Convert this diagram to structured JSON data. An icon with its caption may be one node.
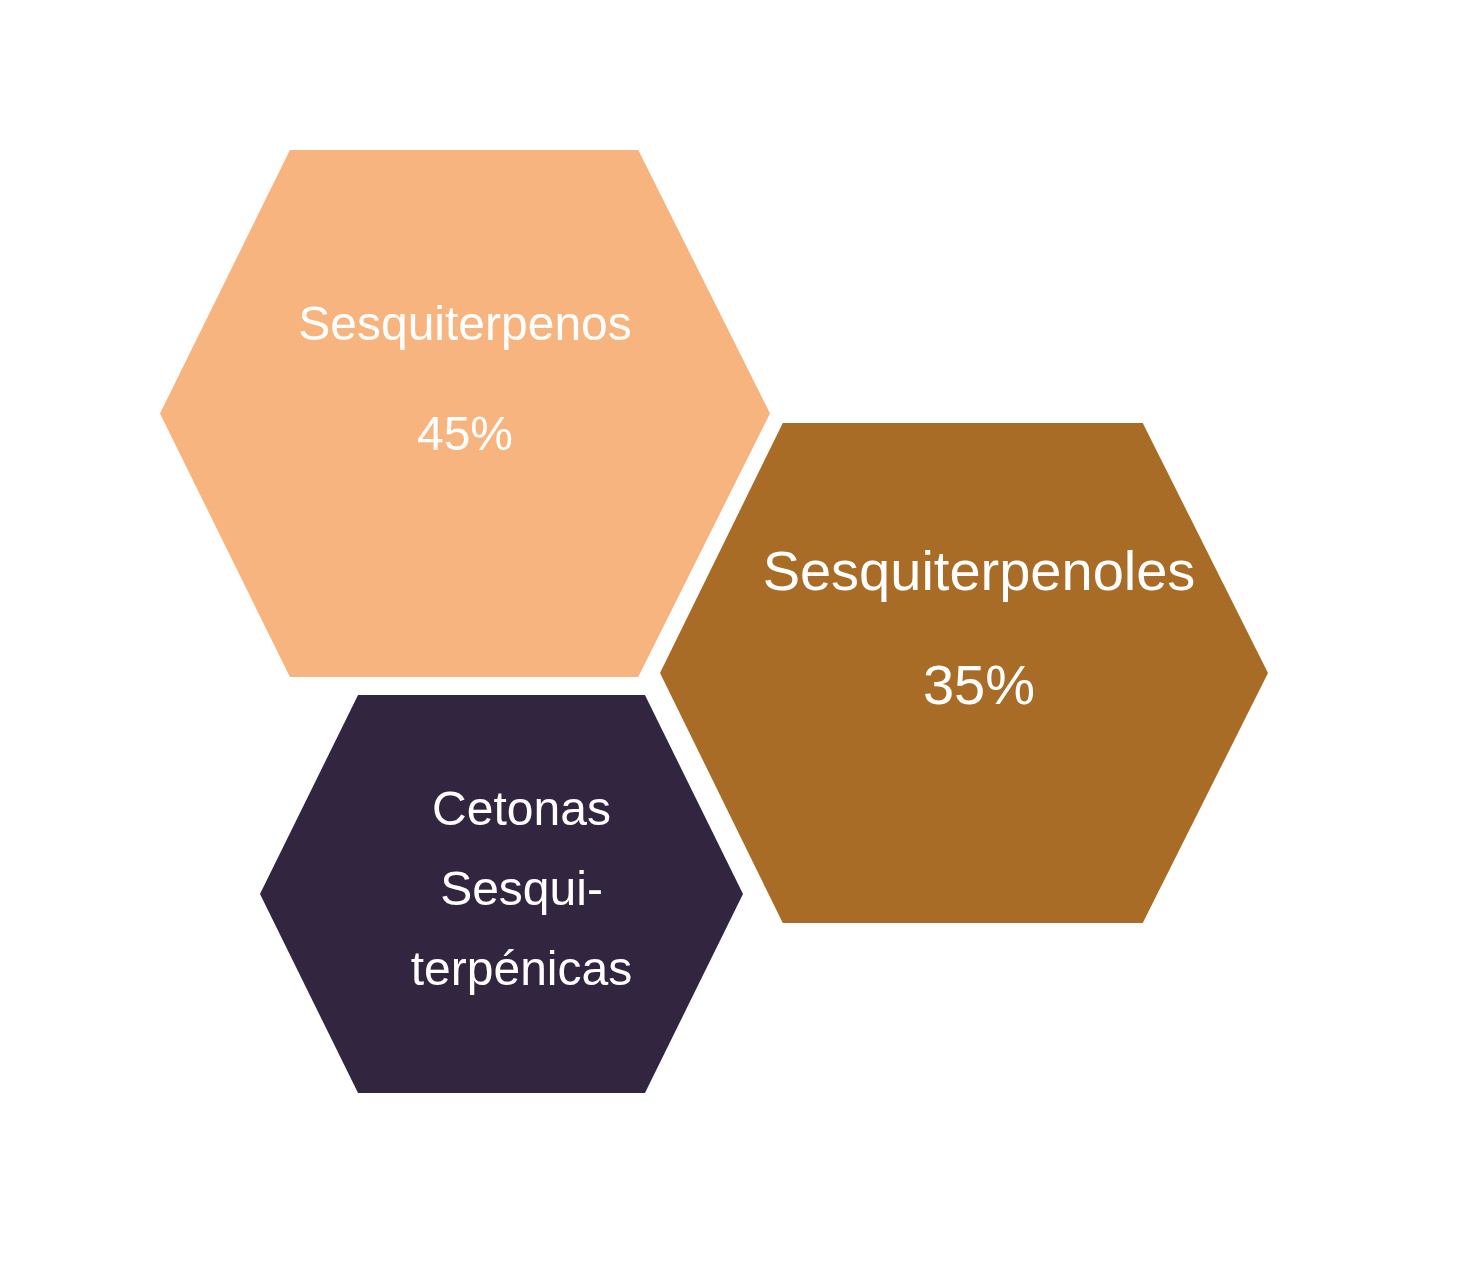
{
  "diagram": {
    "nodes": [
      {
        "text": [
          "Sesquiterpenos",
          "45%"
        ]
      },
      {
        "text": [
          "Sesquiterpenoles",
          "35%"
        ]
      },
      {
        "text": [
          "Cetonas Sesqui- terpénicas"
        ]
      }
    ]
  }
}
